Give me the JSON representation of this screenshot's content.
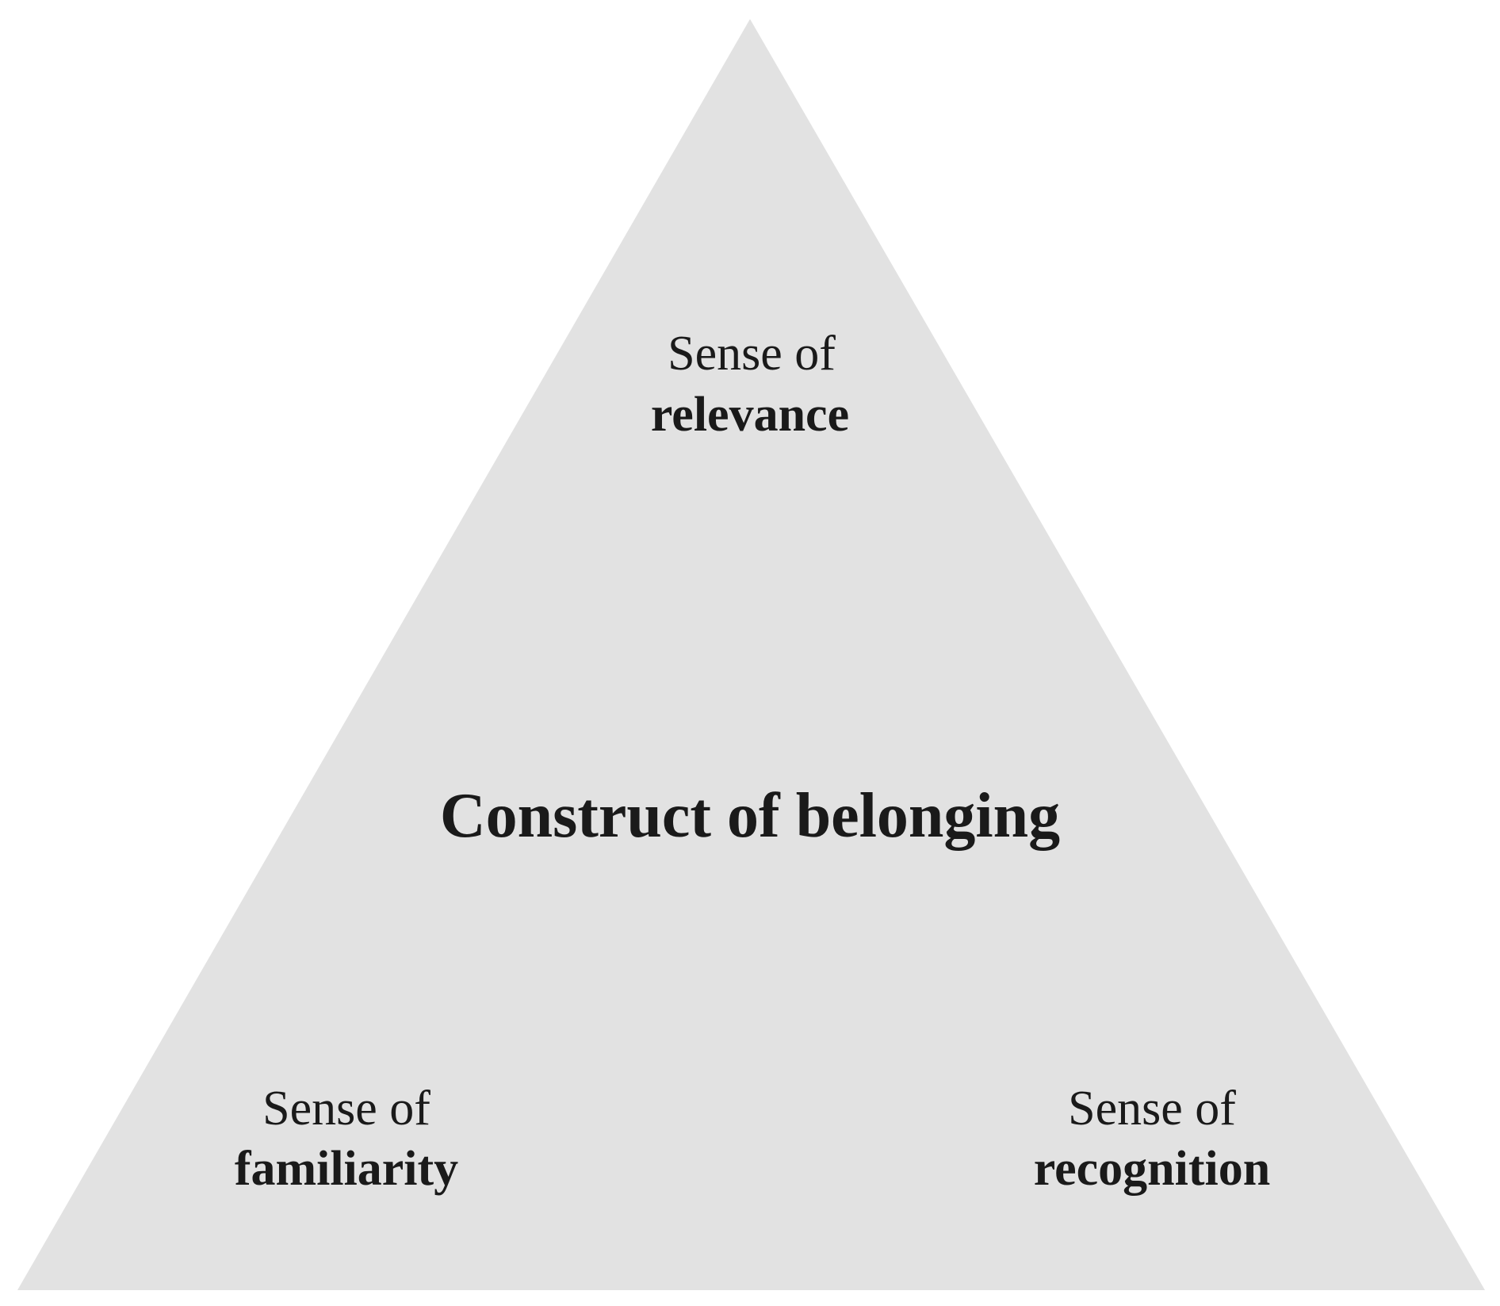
{
  "diagram": {
    "fill_color": "#e2e2e2",
    "center_label": "Construct of belonging",
    "corners": [
      {
        "prefix": "Sense of",
        "term": "relevance"
      },
      {
        "prefix": "Sense of",
        "term": "familiarity"
      },
      {
        "prefix": "Sense of",
        "term": "recognition"
      }
    ]
  }
}
